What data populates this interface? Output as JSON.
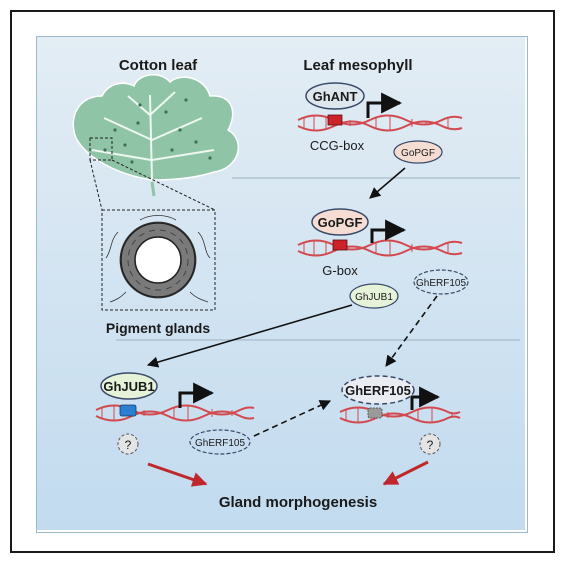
{
  "panel_left": {
    "title": "Cotton leaf",
    "caption": "Pigment glands"
  },
  "panel_right": {
    "title": "Leaf mesophyll"
  },
  "section1": {
    "factor": "GhANT",
    "motif": "CCG-box",
    "target": "GoPGF"
  },
  "section2": {
    "factor": "GoPGF",
    "motif": "G-box",
    "target_a": "GhJUB1",
    "target_b": "GhERF105"
  },
  "section3_left": {
    "factor": "GhJUB1",
    "unknown": "?",
    "target": "GhERF105"
  },
  "section3_right": {
    "factor": "GhERF105",
    "unknown": "?"
  },
  "outcome": "Gland morphogenesis",
  "colors": {
    "panel_top": "#dfeaf2",
    "panel_bottom": "#c4dcee",
    "dna": "#d2494f",
    "red_box": "#cc2229",
    "blue_box": "#2a7fd1",
    "leaf": "#8fc4a6",
    "arrow_red": "#c0272d"
  }
}
